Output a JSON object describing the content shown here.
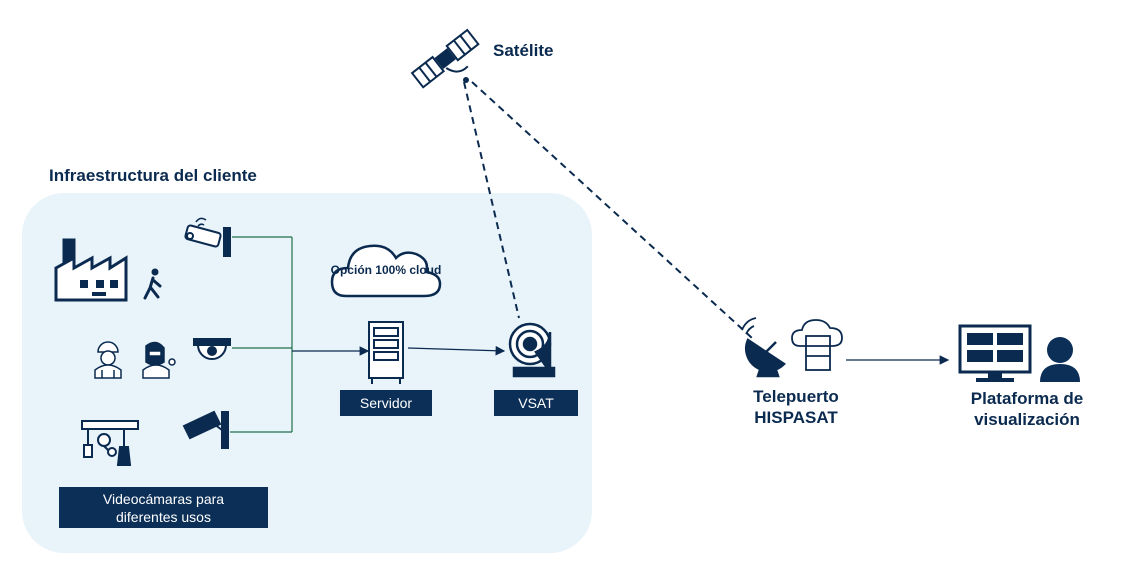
{
  "diagram": {
    "satellite_label": "Satélite",
    "client_area_title": "Infraestructura del cliente",
    "cloud_option": "Opción 100% cloud",
    "server_label": "Servidor",
    "vsat_label": "VSAT",
    "cameras_label": "Videocámaras para diferentes usos",
    "teleport_label": "Telepuerto HISPASAT",
    "platform_label": "Plataforma de visualización"
  },
  "colors": {
    "navy": "#0c2f57",
    "client_area_bg": "#e8f3fa",
    "line": "#0b2a4f",
    "white": "#ffffff"
  }
}
